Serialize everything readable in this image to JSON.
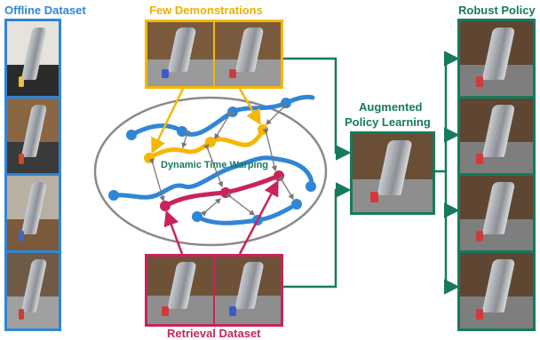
{
  "labels": {
    "offline_dataset": "Offline Dataset",
    "few_demonstrations": "Few Demonstrations",
    "robust_policy": "Robust Policy",
    "augmented_line1": "Augmented",
    "augmented_line2": "Policy Learning",
    "dynamic_time_warping": "Dynamic Time Warping",
    "retrieval_dataset": "Retrieval Dataset"
  },
  "colors": {
    "offline": "#2f86d6",
    "demos": "#f5b800",
    "retrieval": "#c8245a",
    "policy": "#157a5e",
    "ellipse": "#888888",
    "dtw_text": "#157a5e",
    "traj_blue": "#2f86d6",
    "traj_yellow": "#f5b800",
    "traj_red": "#c8245a"
  }
}
